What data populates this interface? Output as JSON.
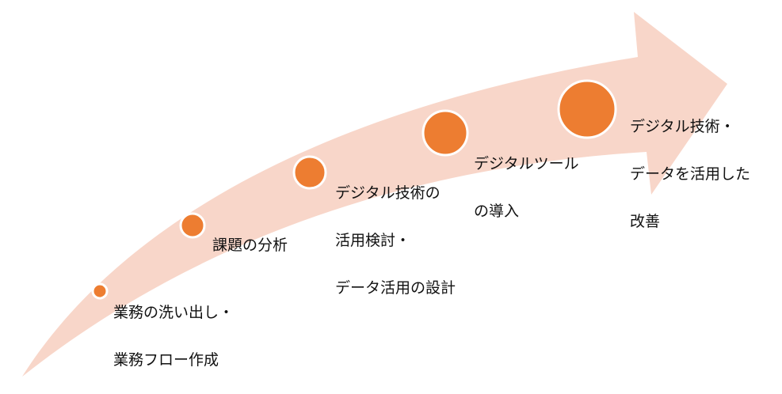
{
  "colors": {
    "arrow": "#f8d6c9",
    "dot": "#ed7d31",
    "dot_border": "#ffffff"
  },
  "steps": [
    {
      "lines": [
        "業務の洗い出し・",
        "業務フロー作成"
      ]
    },
    {
      "lines": [
        "課題の分析"
      ]
    },
    {
      "lines": [
        "デジタル技術の",
        "活用検討・",
        "データ活用の設計"
      ]
    },
    {
      "lines": [
        "デジタルツール",
        "の導入"
      ]
    },
    {
      "lines": [
        "デジタル技術・",
        "データを活用した",
        "改善"
      ]
    }
  ]
}
